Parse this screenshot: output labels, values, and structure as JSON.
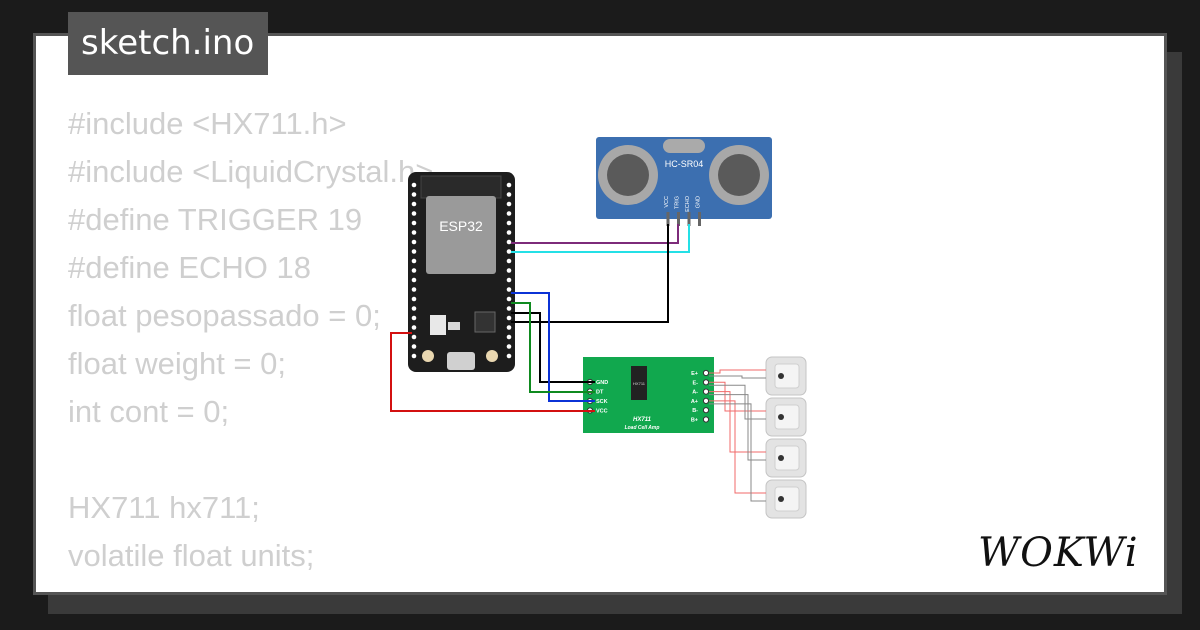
{
  "file_tab": {
    "label": "sketch.ino"
  },
  "code_lines": [
    "#include <HX711.h>",
    "#include <LiquidCrystal.h>",
    "#define TRIGGER 19",
    "#define ECHO 18",
    "float pesopassado = 0;",
    "float weight = 0;",
    "int cont = 0;",
    "",
    "HX711 hx711;",
    "volatile float units;"
  ],
  "diagram": {
    "esp32": {
      "label": "ESP32"
    },
    "ultrasonic": {
      "label": "HC-SR04",
      "pins": [
        "VCC",
        "TRIG",
        "ECHO",
        "GND"
      ]
    },
    "hx711": {
      "title": "HX711",
      "subtitle": "Load Cell Amp",
      "chip": "HX711",
      "pins_left": [
        "GND",
        "DT",
        "SCK",
        "VCC"
      ],
      "pins_right": [
        "E+",
        "E-",
        "A-",
        "A+",
        "B-",
        "B+"
      ]
    },
    "load_cells": 4,
    "wire_colors": {
      "trigger": "#7d2b7a",
      "echo": "#24e0e6",
      "gnd": "#000000",
      "dt": "#0b32d6",
      "sck": "#0f8a1f",
      "vcc": "#d31010",
      "load": "#f06a6a"
    }
  },
  "brand": {
    "logo": "WOKWi"
  }
}
